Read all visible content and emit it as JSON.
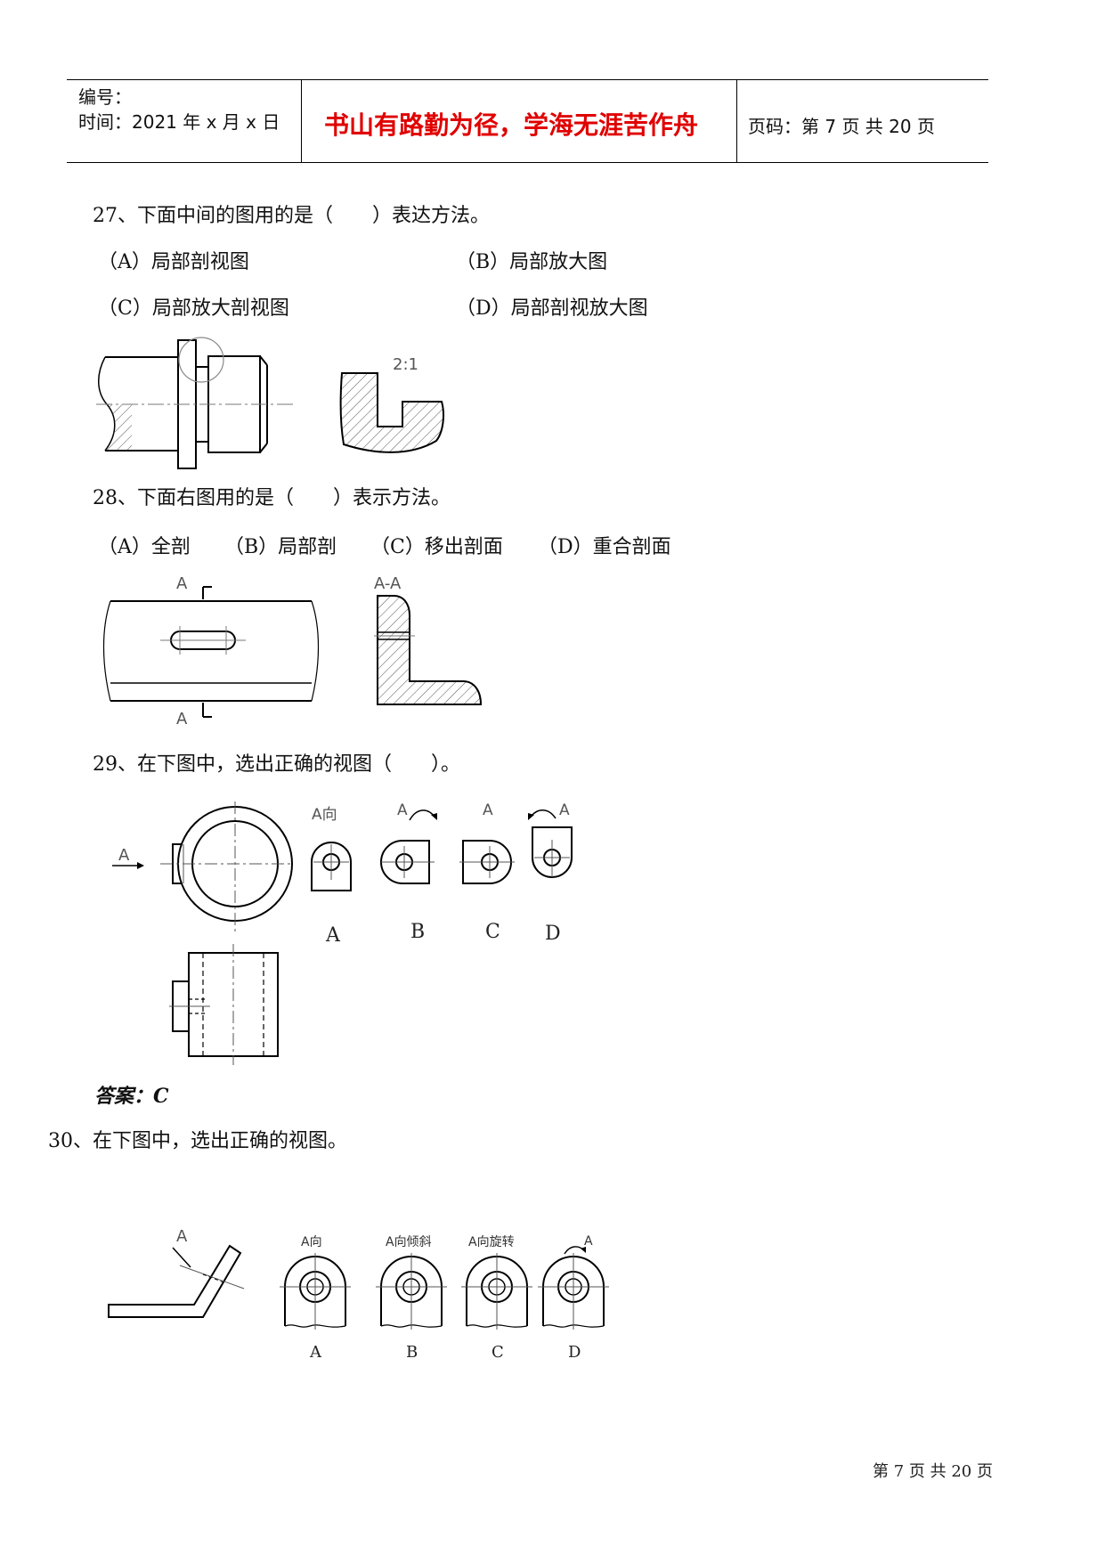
{
  "header": {
    "serial_label": "编号：",
    "time_label": "时间：2021 年 x 月 x 日",
    "motto": "书山有路勤为径，学海无涯苦作舟",
    "page_info": "页码：第 7 页  共 20 页"
  },
  "q27": {
    "stem": "27、下面中间的图用的是（　　）表达方法。",
    "options": [
      "（A）局部剖视图",
      "（B）局部放大图",
      "（C）局部放大剖视图",
      "（D）局部剖视放大图"
    ],
    "scale_label": "2:1"
  },
  "q28": {
    "stem": "28、下面右图用的是（　　）表示方法。",
    "options": [
      "（A）全剖",
      "（B）局部剖",
      "（C）移出剖面",
      "（D）重合剖面"
    ],
    "label_top": "A",
    "label_bottom": "A",
    "section_label": "A-A"
  },
  "q29": {
    "stem": "29、在下图中，选出正确的视图（　　）。",
    "arrow_label": "A",
    "view_labels": [
      "A向",
      "A",
      "A",
      "A"
    ],
    "choices": [
      "A",
      "B",
      "C",
      "D"
    ],
    "answer": "答案：C"
  },
  "q30": {
    "stem": "30、在下图中，选出正确的视图。",
    "arrow_label": "A",
    "view_labels": [
      "A向",
      "A向倾斜",
      "A向旋转",
      "A"
    ],
    "choices": [
      "A",
      "B",
      "C",
      "D"
    ]
  },
  "footer": {
    "text": "第 7 页 共 20 页"
  }
}
